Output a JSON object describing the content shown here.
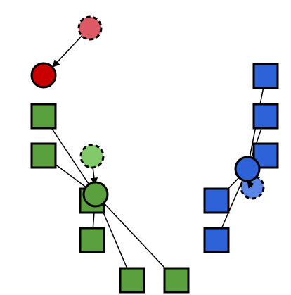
{
  "colors": {
    "background": "#ffffff",
    "outline": "#000000",
    "red_solid": "#c90000",
    "red_ghost": "#dc5a64",
    "green_solid": "#5aa03e",
    "green_ghost": "#82c96a",
    "blue_solid": "#2e62d8",
    "blue_ghost": "#5a86e8"
  },
  "groups": [
    {
      "key": "red",
      "squares": 0
    },
    {
      "key": "green",
      "squares": 6
    },
    {
      "key": "blue",
      "squares": 5
    }
  ]
}
